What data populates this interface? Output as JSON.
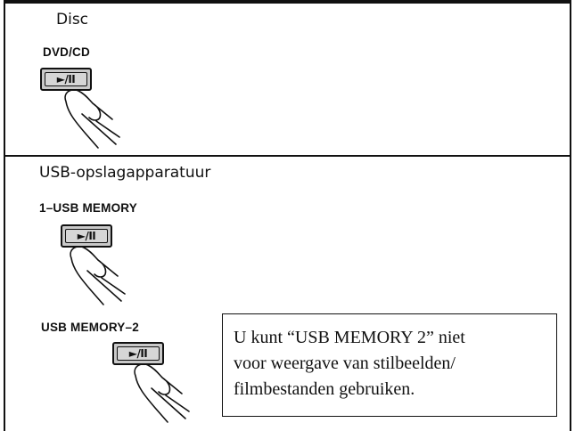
{
  "disc": {
    "title": "Disc",
    "button_label": "DVD/CD",
    "button_icon": "play-pause-icon",
    "button_glyph": "►/II"
  },
  "usb": {
    "title": "USB-opslagapparatuur",
    "memory1_label": "1–USB MEMORY",
    "memory1_glyph": "►/II",
    "memory2_label": "USB MEMORY–2",
    "memory2_glyph": "►/II"
  },
  "note": {
    "lines": [
      "U kunt “USB MEMORY 2” niet",
      "voor weergave van stilbeelden/",
      "filmbestanden gebruiken."
    ]
  }
}
